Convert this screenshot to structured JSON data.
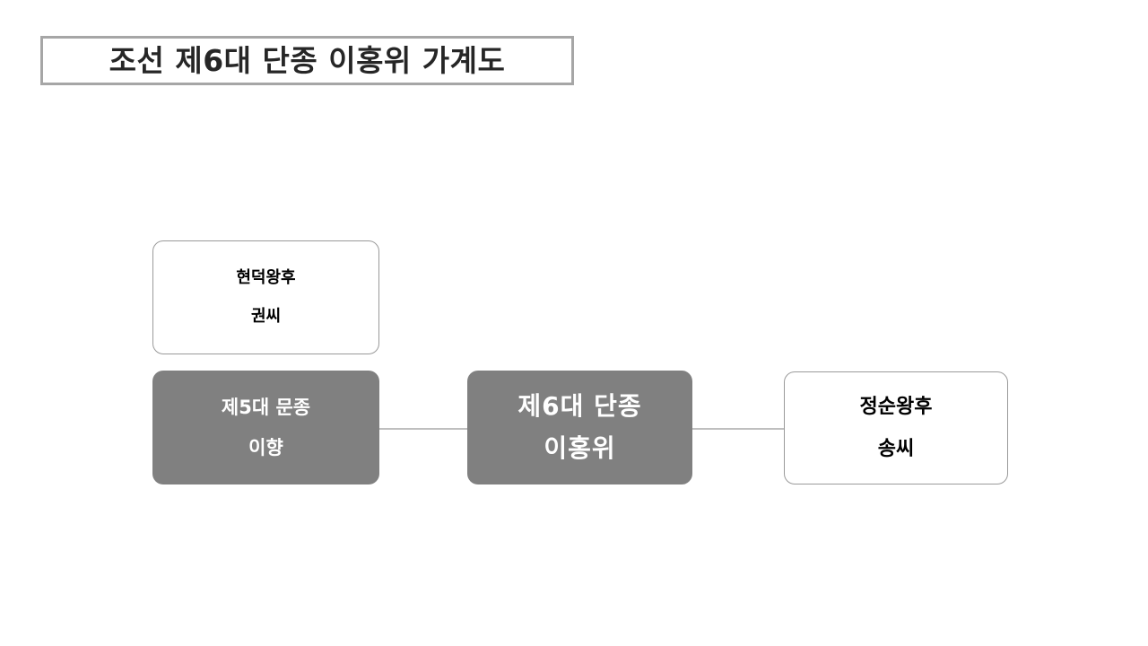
{
  "slide": {
    "title": "조선 제6대 단종 이홍위 가계도",
    "background_color": "#FFFFFF"
  },
  "theme": {
    "title_border_color": "#A6A6A6",
    "title_text_color": "#262626",
    "filled_node_color": "#808080",
    "filled_node_text_color": "#FFFFFF",
    "plain_node_color": "#FFFFFF",
    "plain_node_border_color": "#9A9A9A",
    "plain_node_text_color": "#000000",
    "connector_color": "#BFBFBF"
  },
  "diagram": {
    "nodes": [
      {
        "id": "consort-mother",
        "line1": "현덕왕후",
        "line2": "권씨",
        "style": "plain"
      },
      {
        "id": "father",
        "line1": "제5대 문종",
        "line2": "이향",
        "style": "filled"
      },
      {
        "id": "king",
        "line1": "제6대 단종",
        "line2": "이홍위",
        "style": "filled"
      },
      {
        "id": "consort",
        "line1": "정순왕후",
        "line2": "송씨",
        "style": "plain"
      }
    ],
    "connectors": [
      {
        "id": "father-to-king",
        "from": "father",
        "to": "king"
      },
      {
        "id": "king-to-consort",
        "from": "king",
        "to": "consort"
      }
    ]
  }
}
